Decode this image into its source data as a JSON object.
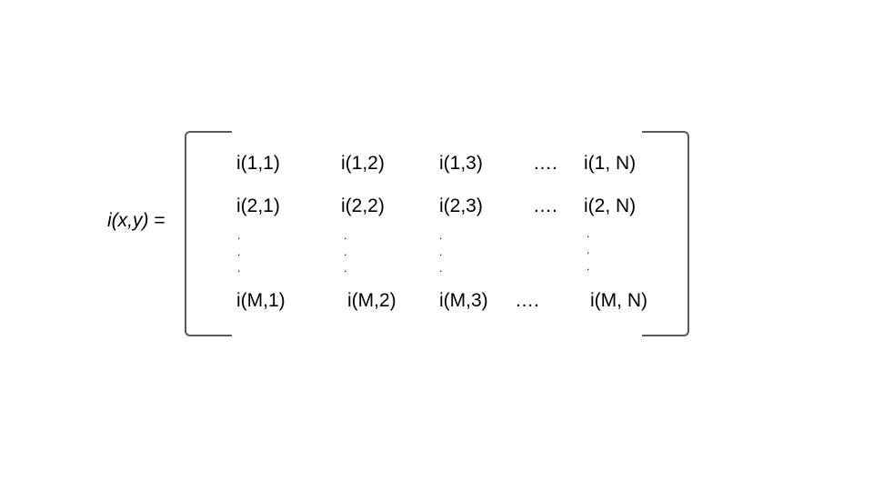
{
  "lhs": {
    "function": "i(x,y)",
    "equals": "="
  },
  "matrix": {
    "row1": [
      "i(1,1)",
      "i(1,2)",
      "i(1,3)",
      "….",
      "i(1, N)"
    ],
    "row2": [
      "i(2,1)",
      "i(2,2)",
      "i(2,3)",
      "….",
      "i(2, N)"
    ],
    "vdots": ".",
    "rowM": [
      "i(M,1)",
      "i(M,2)",
      "i(M,3)",
      "….",
      "i(M, N)"
    ]
  }
}
